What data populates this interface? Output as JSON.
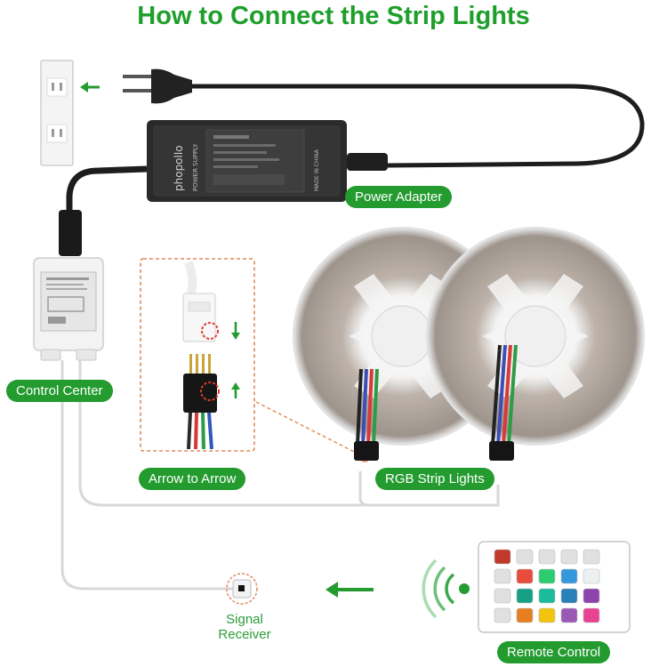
{
  "title": "How to Connect the Strip Lights",
  "labels": {
    "power_adapter": "Power Adapter",
    "control_center": "Control Center",
    "arrow_to_arrow": "Arrow to Arrow",
    "rgb_strip_lights": "RGB Strip Lights",
    "signal_receiver_line1": "Signal",
    "signal_receiver_line2": "Receiver",
    "remote_control": "Remote Control"
  },
  "adapter": {
    "brand": "phopollo",
    "panel_title": "POWER SUPPLY",
    "made_in": "MADE IN CHINA"
  },
  "colors": {
    "accent_green": "#239b2f",
    "title_green": "#1e9f2b",
    "highlight_red": "#e23b2e",
    "callout_orange": "#e08a5a"
  }
}
